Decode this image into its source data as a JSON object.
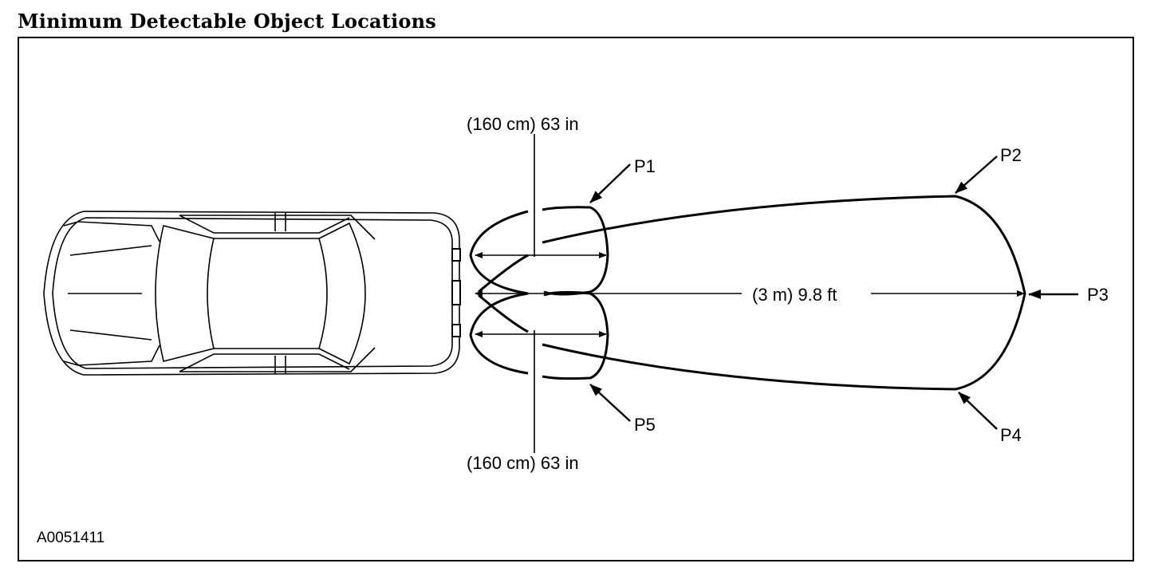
{
  "title": "Minimum Detectable Object Locations",
  "dimension_top": "(160 cm) 63 in",
  "dimension_bottom": "(160 cm) 63 in",
  "dimension_center": "(3 m) 9.8 ft",
  "points": {
    "p1": "P1",
    "p2": "P2",
    "p3": "P3",
    "p4": "P4",
    "p5": "P5"
  },
  "figure_id": "A0051411"
}
